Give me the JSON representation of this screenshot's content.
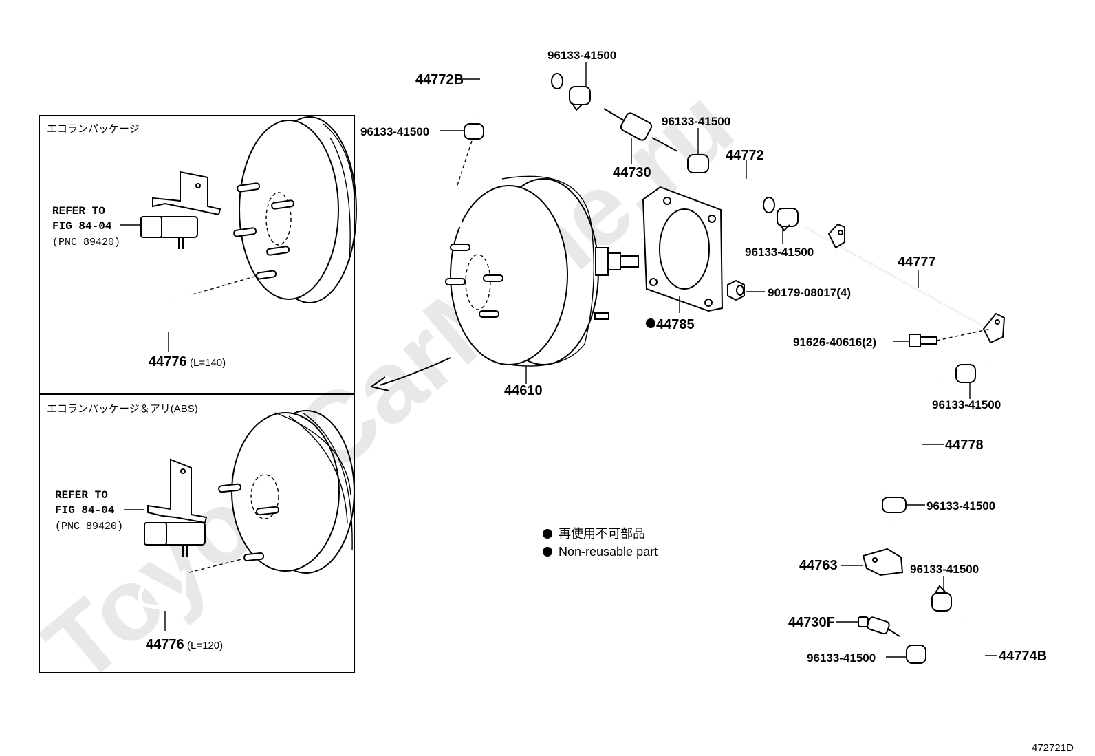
{
  "watermark": "ToyotaCarMine.ru",
  "diagram_id": "472721D",
  "inset_top": {
    "title": "エコランパッケージ",
    "refer_line1": "REFER TO",
    "refer_line2": "FIG 84-04",
    "refer_line3": "(PNC 89420)",
    "hose_part": "44776",
    "hose_length": "(L=140)"
  },
  "inset_bottom": {
    "title": "エコランパッケージ＆アリ(ABS)",
    "refer_line1": "REFER TO",
    "refer_line2": "FIG 84-04",
    "refer_line3": "(PNC 89420)",
    "hose_part": "44776",
    "hose_length": "(L=120)"
  },
  "parts": {
    "p44772B": "44772B",
    "clamp_top": "96133-41500",
    "clamp_left": "96133-41500",
    "p44730": "44730",
    "clamp_mid": "96133-41500",
    "p44772": "44772",
    "clamp_right": "96133-41500",
    "p44777": "44777",
    "nut": "90179-08017(4)",
    "p44785": "44785",
    "p44610": "44610",
    "bolt": "91626-40616(2)",
    "clamp_44778": "96133-41500",
    "p44778": "44778",
    "clamp_44763": "96133-41500",
    "p44763": "44763",
    "clamp_lower": "96133-41500",
    "p44730F": "44730F",
    "clamp_bottom": "96133-41500",
    "p44774B": "44774B"
  },
  "legend": {
    "jp": "再使用不可部品",
    "en": "Non-reusable part"
  }
}
